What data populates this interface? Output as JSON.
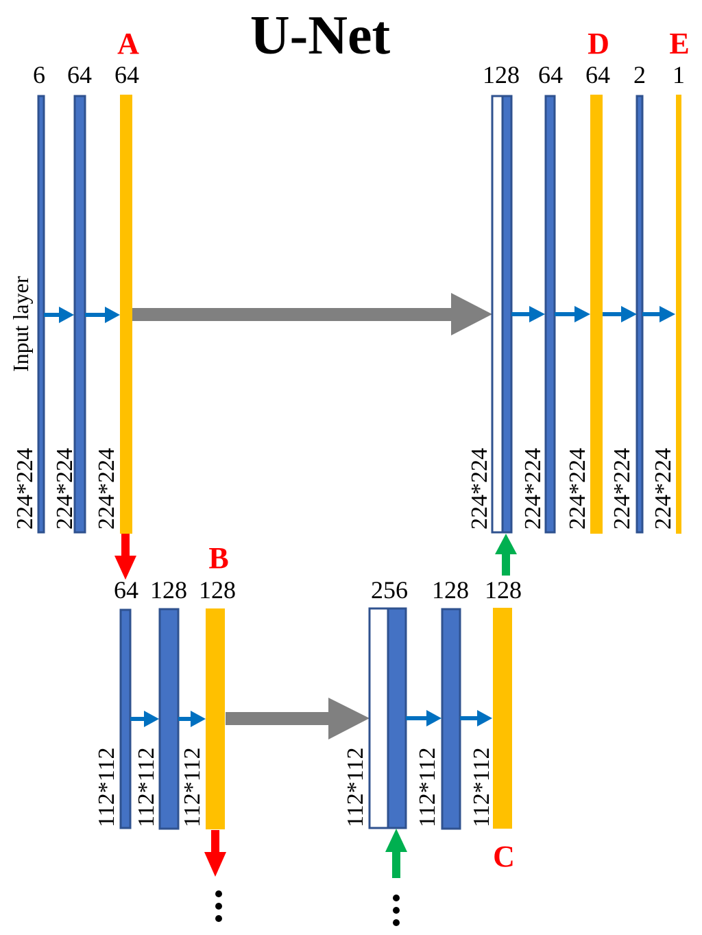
{
  "title": "U-Net",
  "input_label": "Input layer",
  "markers": {
    "a": "A",
    "b": "B",
    "c": "C",
    "d": "D",
    "e": "E"
  },
  "channels": {
    "l1": "6",
    "l2": "64",
    "l3": "64",
    "l4": "128",
    "l5": "64",
    "l6": "64",
    "l7": "2",
    "l8": "1",
    "m1": "64",
    "m2": "128",
    "m3": "128",
    "m4": "256",
    "m5": "128",
    "m6": "128"
  },
  "sizes": {
    "top": "224*224",
    "bottom": "112*112"
  },
  "continuation": "⋮",
  "colors": {
    "conv_blue": "#4472C4",
    "conv_border": "#2F528F",
    "pool_yellow": "#FFC000",
    "skip_gray": "#808080",
    "arrow_blue": "#0070C0",
    "down_red": "#FF0000",
    "up_green": "#00B050",
    "marker_red": "#FF0000"
  }
}
